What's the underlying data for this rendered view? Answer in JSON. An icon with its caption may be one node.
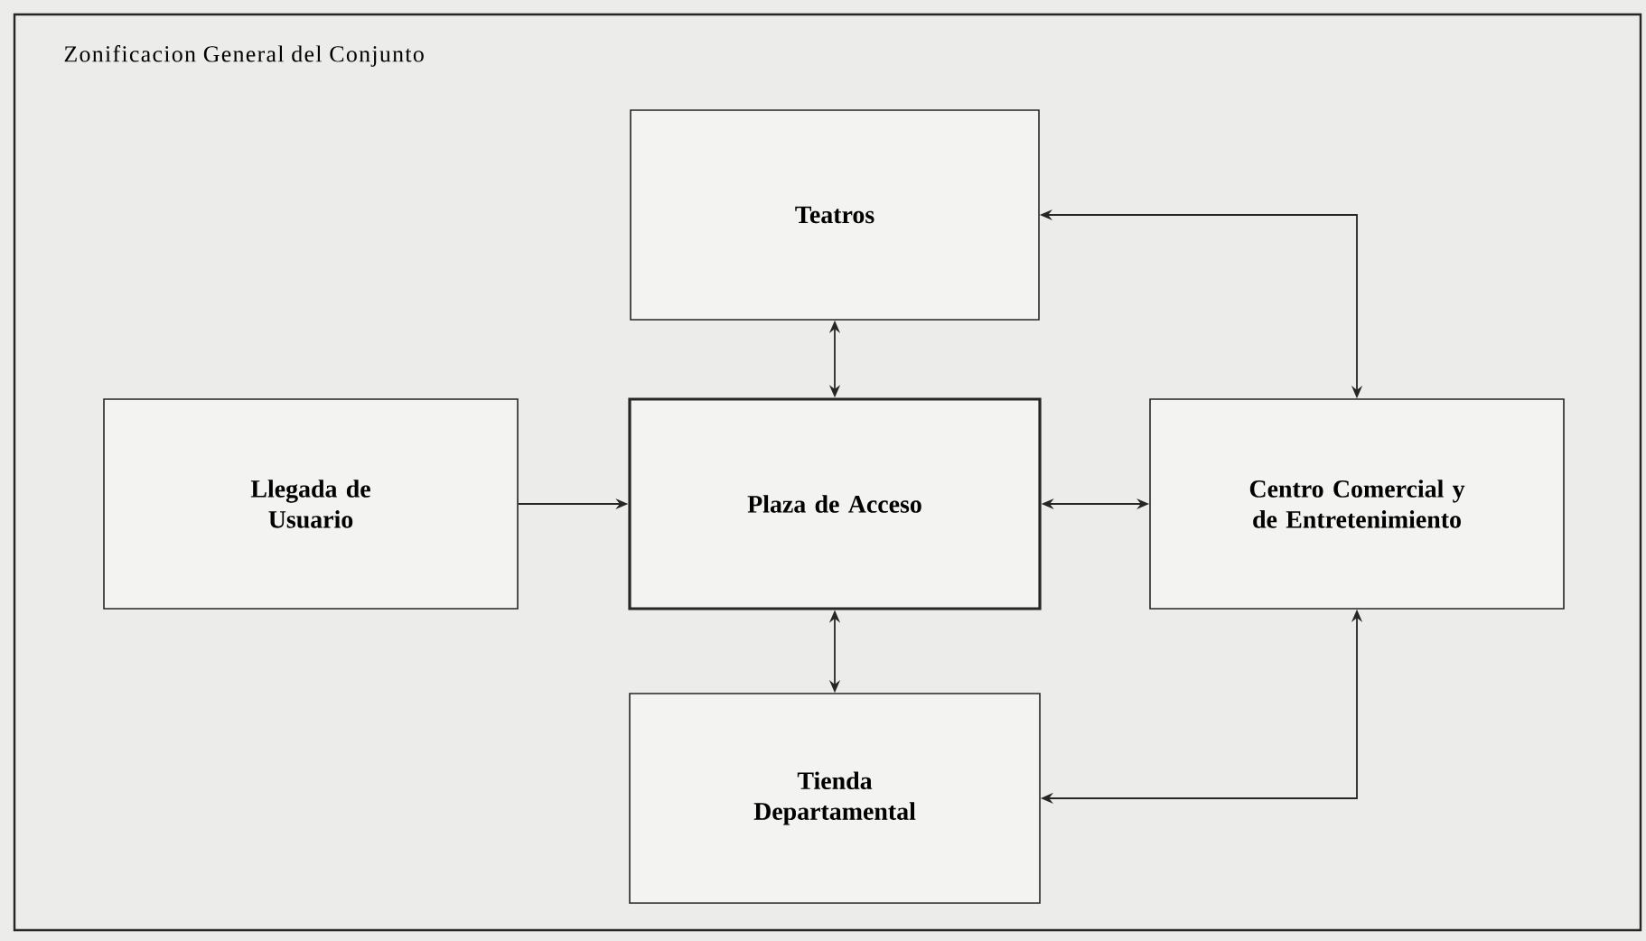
{
  "diagram": {
    "title": "Zonificacion General del Conjunto",
    "nodes": [
      {
        "text": [
          "Teatros"
        ]
      },
      {
        "text": [
          "Llegada de Usuario"
        ]
      },
      {
        "text": [
          "Plaza de Acceso"
        ]
      },
      {
        "text": [
          "Centro Comercial y de Entretenimiento"
        ]
      },
      {
        "text": [
          "Tienda Departamental"
        ]
      }
    ],
    "edges": [
      {
        "from": 0,
        "to": 2,
        "arrow": "both"
      },
      {
        "from": 1,
        "to": 2,
        "arrow": "to"
      },
      {
        "from": 2,
        "to": 3,
        "arrow": "both"
      },
      {
        "from": 2,
        "to": 4,
        "arrow": "both"
      },
      {
        "from": 0,
        "to": 3,
        "arrow": "both"
      },
      {
        "from": 4,
        "to": 3,
        "arrow": "both"
      }
    ]
  }
}
